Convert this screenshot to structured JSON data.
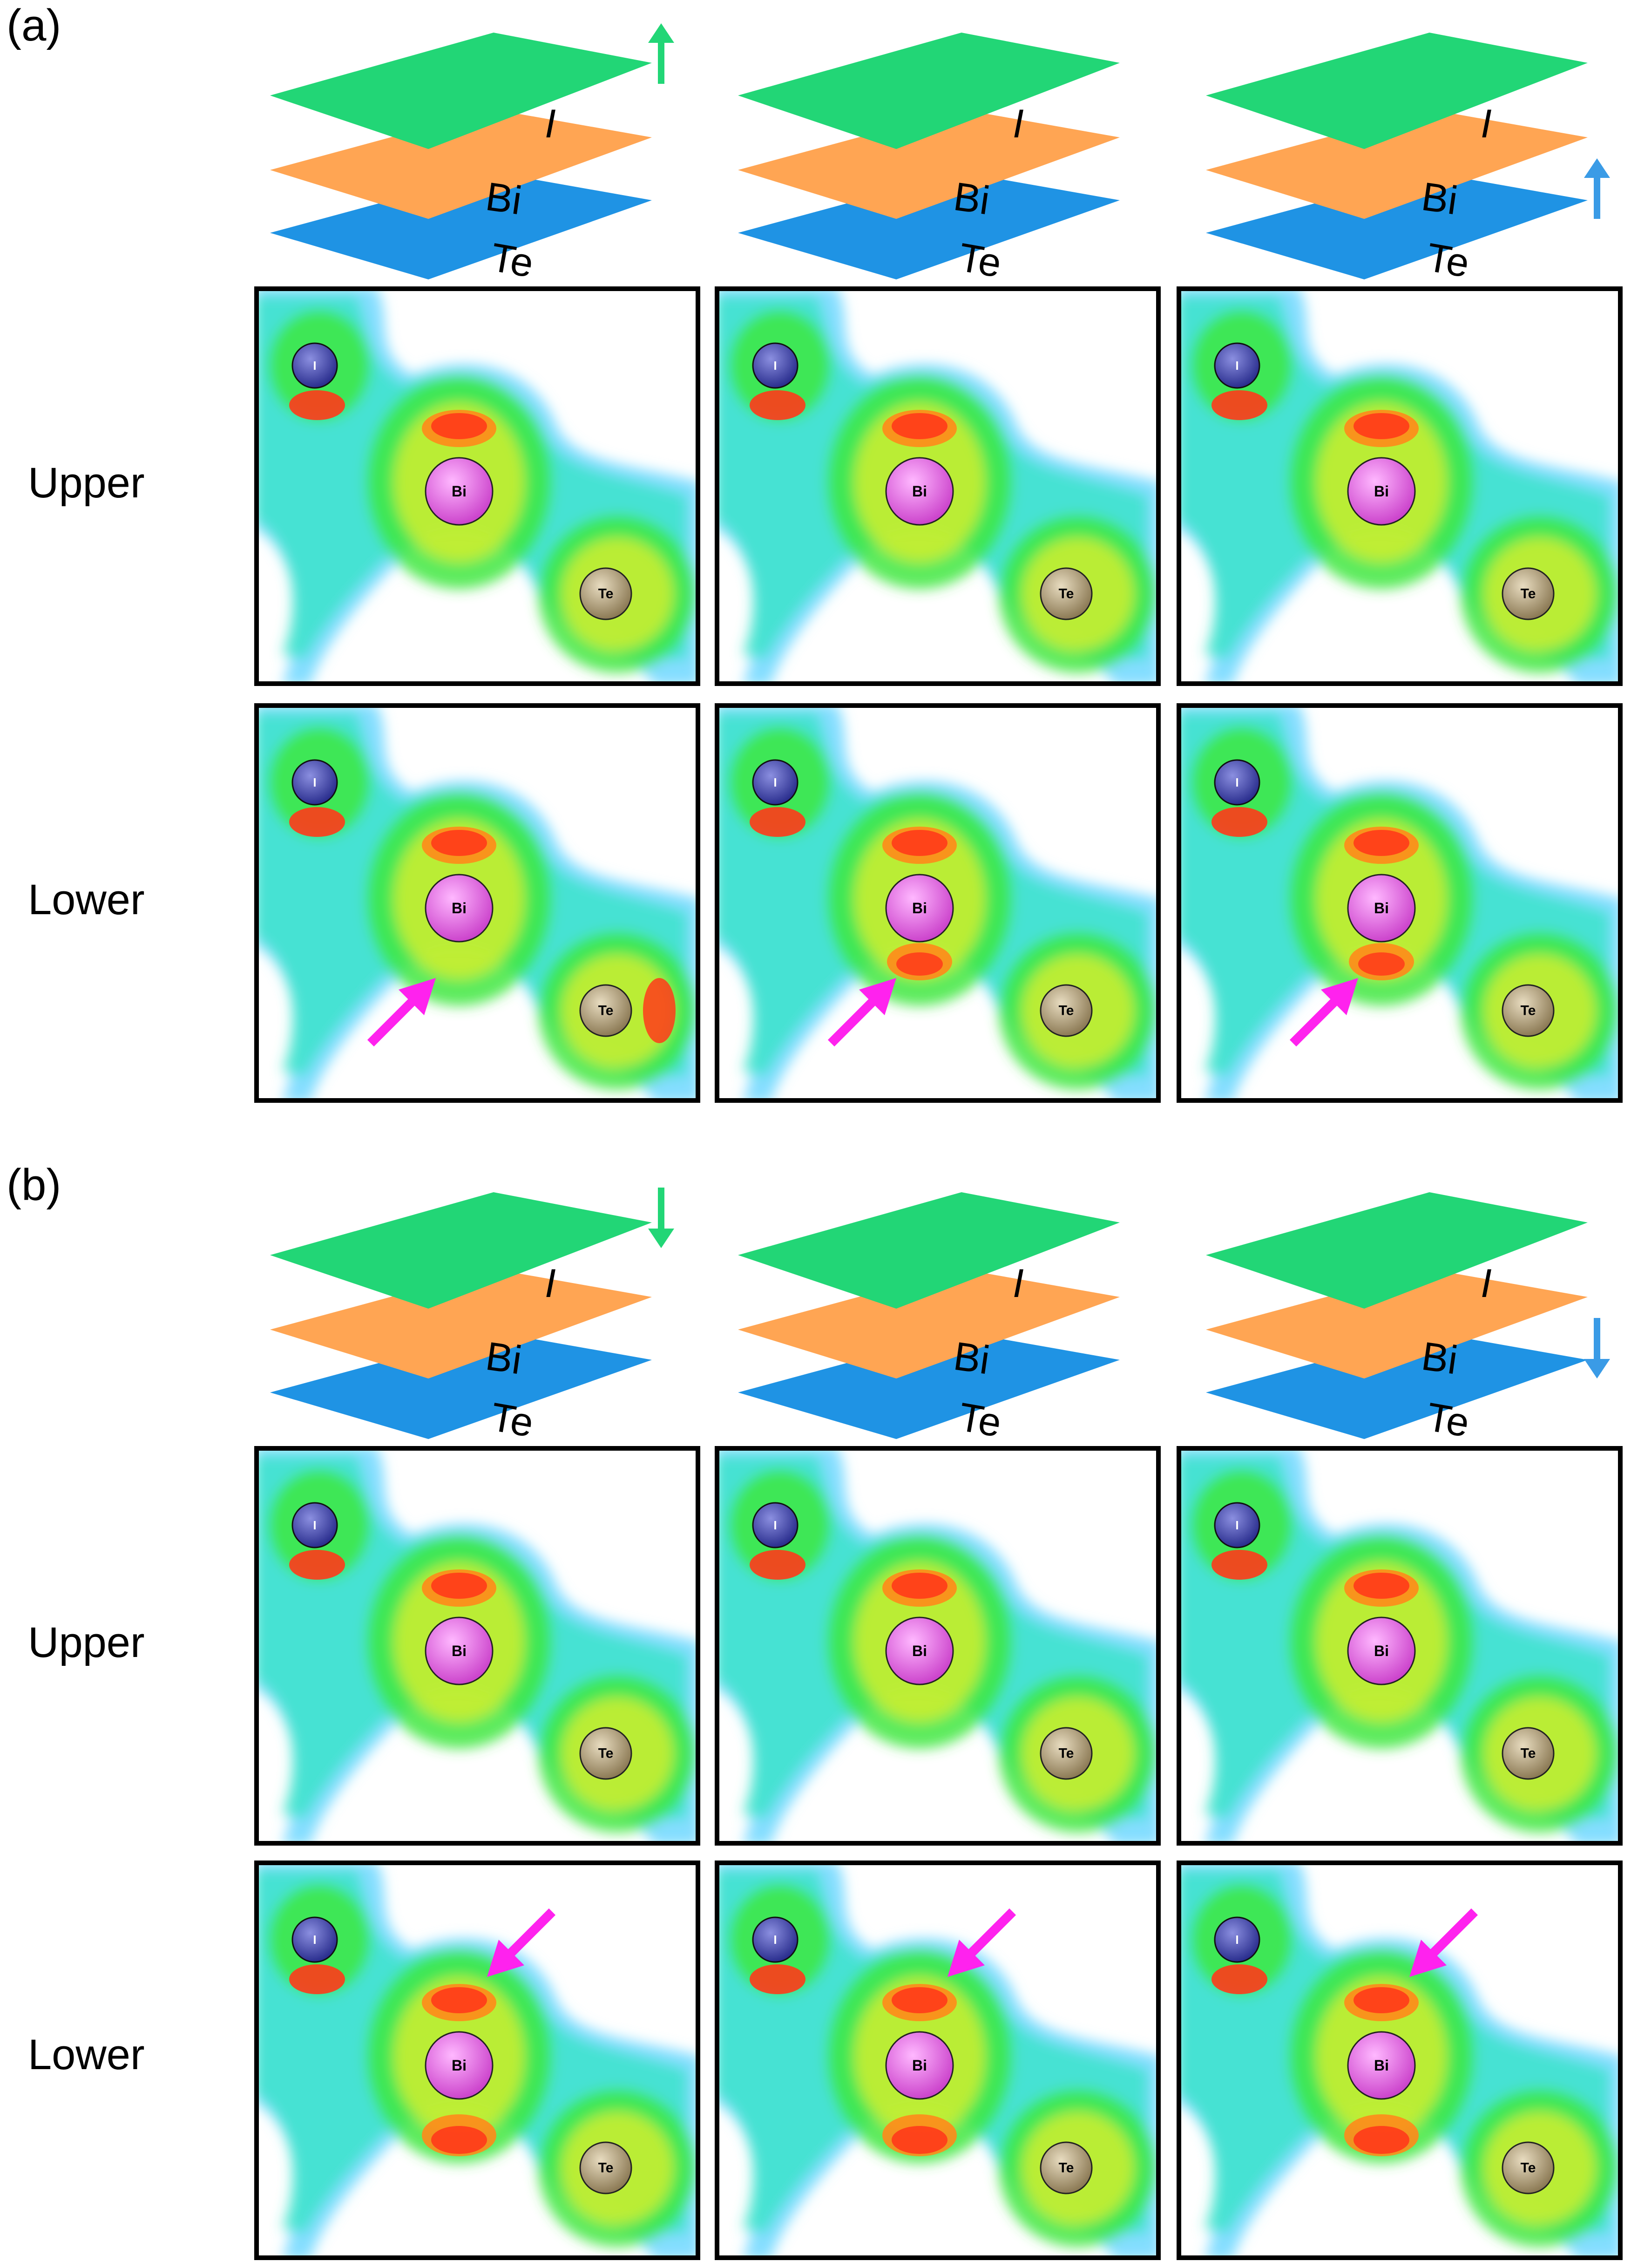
{
  "panels": [
    {
      "label": "(a)",
      "rows": [
        "Upper",
        "Lower"
      ],
      "layers": [
        "I",
        "Bi",
        "Te"
      ],
      "field_direction": "up",
      "lower_arrow_direction": "below-Bi"
    },
    {
      "label": "(b)",
      "rows": [
        "Upper",
        "Lower"
      ],
      "layers": [
        "I",
        "Bi",
        "Te"
      ],
      "field_direction": "down",
      "lower_arrow_direction": "above-Bi"
    }
  ],
  "atoms": {
    "iodine": "I",
    "bismuth": "Bi",
    "tellurium": "Te"
  },
  "colors": {
    "layer_I": "#22d676",
    "layer_Bi": "#ffa553",
    "layer_Te": "#1f93e4",
    "arrow_green": "#22d676",
    "arrow_blue": "#3a9be6",
    "pointer_arrow": "#ff22ee",
    "atom_I": "#2a2e8e",
    "atom_Bi": "#cc44cc",
    "atom_Te": "#8c7a55"
  },
  "icons": [
    "up-arrow-icon",
    "down-arrow-icon",
    "pointer-arrow-icon"
  ]
}
